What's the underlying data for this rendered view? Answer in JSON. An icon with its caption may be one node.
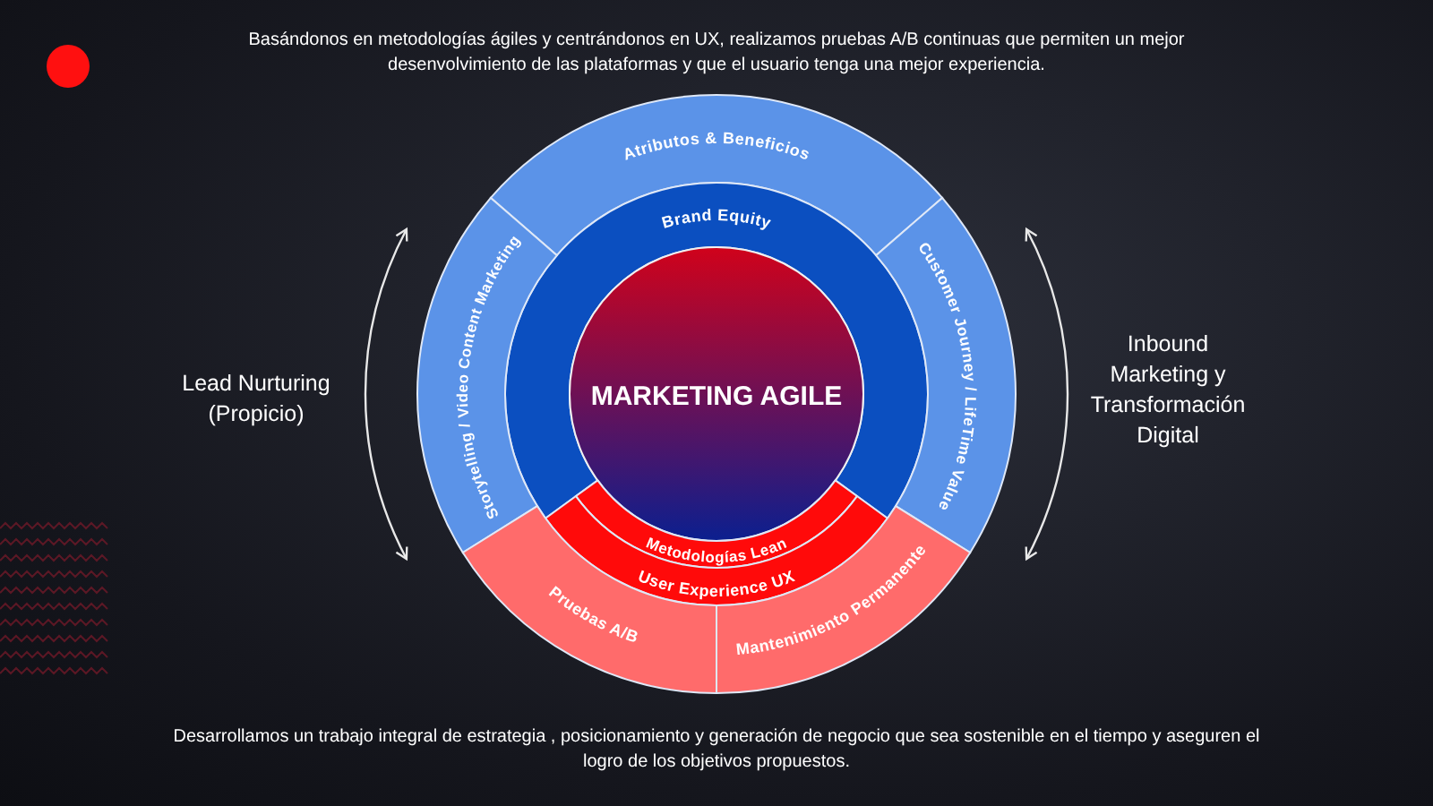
{
  "diagram": {
    "nodes": [
      {
        "text": [
          "Atributos & Beneficios"
        ]
      },
      {
        "text": [
          "Brand Equity"
        ]
      },
      {
        "text": [
          "Storytelling / Video Content Marketing"
        ]
      },
      {
        "text": [
          "MARKETING AGILE"
        ]
      },
      {
        "text": [
          "Customer Journey / LifeTime Value"
        ]
      },
      {
        "text": [
          "Metodologías Lean"
        ]
      },
      {
        "text": [
          "User Experience UX"
        ]
      },
      {
        "text": [
          "Pruebas A/B"
        ]
      },
      {
        "text": [
          "Mantenimiento Permanente"
        ]
      }
    ],
    "edges": [],
    "labels": [
      "Basándonos en metodologías ágiles y centrándonos en UX, realizamos pruebas A/B continuas que permiten un mejor desenvolvimiento de las plataformas y que el usuario tenga una mejor experiencia.",
      "Lead Nurturing (Propicio)",
      "Inbound Marketing y Transformación Digital",
      "Desarrollamos un trabajo integral de estrategia , posicionamiento y generación de negocio que sea sostenible en el tiempo y aseguren el logro de los objetivos propuestos."
    ]
  }
}
